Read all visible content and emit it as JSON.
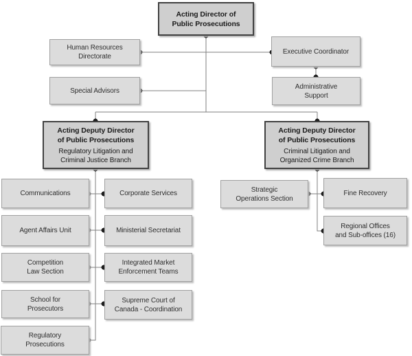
{
  "diagram": {
    "type": "org-chart",
    "org": {
      "director": "Acting Director of\nPublic Prosecutions",
      "hr_directorate": "Human Resources\nDirectorate",
      "executive_coordinator": "Executive Coordinator",
      "special_advisors": "Special Advisors",
      "administrative_support": "Administrative\nSupport",
      "deputy_left_title": "Acting Deputy Director\nof Public Prosecutions",
      "deputy_left_branch": "Regulatory Litigation and\nCriminal Justice Branch",
      "deputy_right_title": "Acting Deputy Director\nof Public Prosecutions",
      "deputy_right_branch": "Criminal Litigation and\nOrganized Crime Branch",
      "communications": "Communications",
      "corporate_services": "Corporate Services",
      "agent_affairs_unit": "Agent Affairs Unit",
      "ministerial_secretariat": "Ministerial Secretariat",
      "competition_law_section": "Competition\nLaw Section",
      "integrated_market_enforcement_teams": "Integrated Market\nEnforcement Teams",
      "school_for_prosecutors": "School for\nProsecutors",
      "supreme_court_coordination": "Supreme Court of\nCanada - Coordination",
      "regulatory_prosecutions": "Regulatory\nProsecutions",
      "strategic_operations_section": "Strategic\nOperations Section",
      "fine_recovery": "Fine Recovery",
      "regional_offices": "Regional Offices\nand Sub-offices (16)"
    },
    "colors": {
      "background": "#ffffff",
      "box_fill": "#dcdcdc",
      "box_border": "#a0a0a0",
      "emphasis_fill": "#cfcfcf",
      "emphasis_border": "#404040",
      "connector": "#7f7f7f",
      "dot": "#1f1f1f",
      "text": "#2e2e2e"
    }
  }
}
